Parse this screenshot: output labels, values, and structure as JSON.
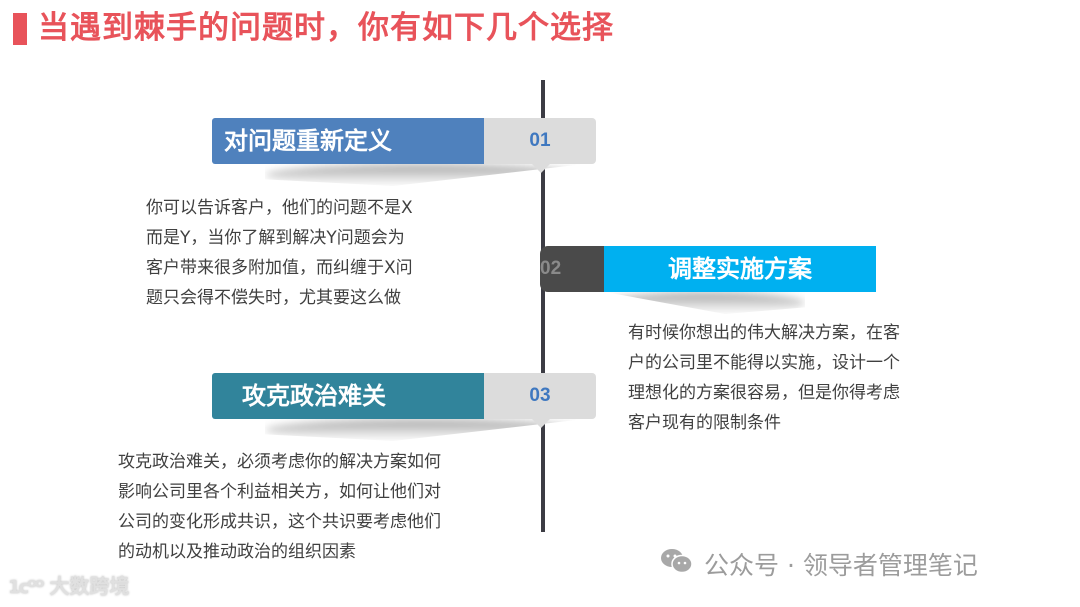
{
  "header": {
    "title": "当遇到棘手的问题时，你有如下几个选择",
    "accent_color": "#e8535a"
  },
  "items": [
    {
      "label": "对问题重新定义",
      "number": "01",
      "color": "#4f81bd",
      "description": "你可以告诉客户，他们的问题不是X而是Y，当你了解到解决Y问题会为客户带来很多附加值，而纠缠于X问题只会得不偿失时，尤其要这么做",
      "lines": [
        "你可以告诉客户，他们的问题不是X",
        "而是Y，当你了解到解决Y问题会为",
        "客户带来很多附加值，而纠缠于X问",
        "题只会得不偿失时，尤其要这么做"
      ]
    },
    {
      "label": "调整实施方案",
      "number": "02",
      "color": "#00b0f0",
      "description": "有时候你想出的伟大解决方案，在客户的公司里不能得以实施，设计一个理想化的方案很容易，但是你得考虑客户现有的限制条件",
      "lines": [
        "有时候你想出的伟大解决方案，在客",
        "户的公司里不能得以实施，设计一个",
        "理想化的方案很容易，但是你得考虑",
        "客户现有的限制条件"
      ]
    },
    {
      "label": "攻克政治难关",
      "number": "03",
      "color": "#31849b",
      "description": "攻克政治难关，必须考虑你的解决方案如何影响公司里各个利益相关方，如何让他们对公司的变化形成共识，这个共识要考虑他们的动机以及推动政治的组织因素",
      "lines": [
        "攻克政治难关，必须考虑你的解决方案如何",
        "影响公司里各个利益相关方，如何让他们对",
        "公司的变化形成共识，这个共识要考虑他们",
        "的动机以及推动政治的组织因素"
      ]
    }
  ],
  "watermarks": {
    "left": "大数跨境",
    "right": "公众号 · 领导者管理笔记",
    "right_icon": "wechat-icon"
  }
}
